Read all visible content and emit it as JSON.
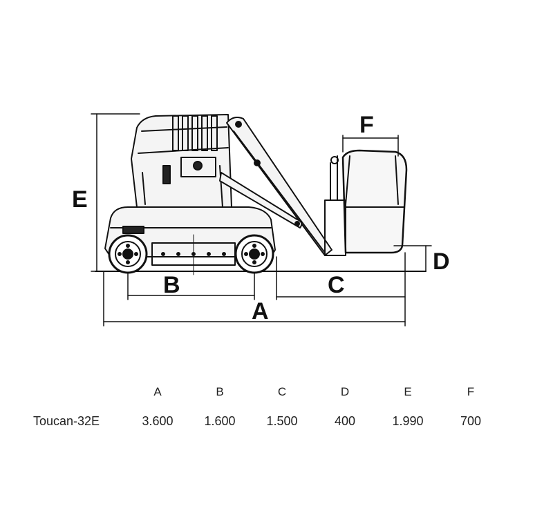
{
  "diagram": {
    "dimension_labels": {
      "A": "A",
      "B": "B",
      "C": "C",
      "D": "D",
      "E": "E",
      "F": "F"
    }
  },
  "spec_table": {
    "headers": [
      "A",
      "B",
      "C",
      "D",
      "E",
      "F"
    ],
    "rows": [
      {
        "model": "Toucan-32E",
        "values": [
          "3.600",
          "1.600",
          "1.500",
          "400",
          "1.990",
          "700"
        ]
      }
    ]
  }
}
